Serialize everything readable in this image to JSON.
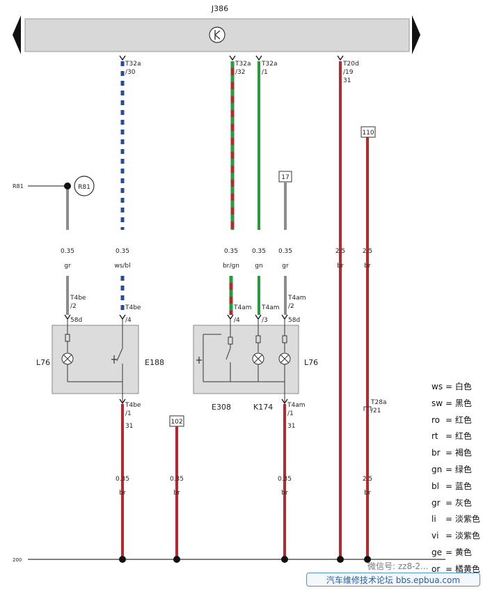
{
  "labels": {
    "module": "J386",
    "signal_in": "R81",
    "bus_ground": "200",
    "r81_symbol": "R81",
    "ref_17": "17",
    "ref_110": "110",
    "ref_102": "102",
    "conn_t32a_30": [
      "T32a",
      "/30"
    ],
    "conn_t32a_32": [
      "T32a",
      "/32"
    ],
    "conn_t32a_1": [
      "T32a",
      "/1"
    ],
    "conn_t20d": [
      "T20d",
      "/19",
      "31"
    ],
    "conn_t4be_2": [
      "T4be",
      "/2",
      "58d"
    ],
    "conn_t4be_4": [
      "T4be",
      "/4"
    ],
    "conn_t4am_4": [
      "T4am",
      "/4"
    ],
    "conn_t4am_3": [
      "T4am",
      "/3"
    ],
    "conn_t4am_2": [
      "T4am",
      "/2",
      "58d"
    ],
    "conn_t4be_1": [
      "T4be",
      "/1",
      "31"
    ],
    "conn_t4am_1": [
      "T4am",
      "/1",
      "31"
    ],
    "conn_t28a": [
      "T28a",
      "/21"
    ],
    "l76_left": "L76",
    "e188": "E188",
    "e308": "E308",
    "k174": "K174",
    "l76_right": "L76"
  },
  "wires": {
    "w1_upper": [
      "0.35",
      "gr"
    ],
    "w2_upper": [
      "0.35",
      "ws/bl"
    ],
    "w3_upper": [
      "0.35",
      "br/gn"
    ],
    "w4_upper": [
      "0.35",
      "gn"
    ],
    "w5_upper": [
      "0.35",
      "gr"
    ],
    "w6_upper": [
      "2.5",
      "br"
    ],
    "w7_upper": [
      "2.5",
      "br"
    ],
    "w2_lower": [
      "0.35",
      "br"
    ],
    "w_102_lower": [
      "0.35",
      "br"
    ],
    "w5_lower": [
      "0.35",
      "br"
    ],
    "w7_lower": [
      "2.5",
      "br"
    ]
  },
  "colors": {
    "module_fill": "#d8d8d8",
    "switch_fill": "#dcdcdc",
    "brown": "#b52a2e",
    "green": "#2a9a3c",
    "blue": "#2b4a9a",
    "grey": "#8c8c8c",
    "ground_line": "#555555"
  },
  "legend": [
    {
      "code": "ws",
      "text": "= 白色"
    },
    {
      "code": "sw",
      "text": "= 黑色"
    },
    {
      "code": "ro",
      "text": "= 红色"
    },
    {
      "code": "rt",
      "text": "= 红色"
    },
    {
      "code": "br",
      "text": "= 褐色"
    },
    {
      "code": "gn",
      "text": "= 绿色"
    },
    {
      "code": "bl",
      "text": "= 蓝色"
    },
    {
      "code": "gr",
      "text": "= 灰色"
    },
    {
      "code": "li",
      "text": "= 淡紫色"
    },
    {
      "code": "vi",
      "text": "= 淡紫色"
    },
    {
      "code": "ge",
      "text": "= 黄色"
    },
    {
      "code": "or",
      "text": "= 橘黄色"
    }
  ],
  "watermark": "微信号: zz8-2...",
  "forum_bar": "汽车维修技术论坛 bbs.epbua.com"
}
